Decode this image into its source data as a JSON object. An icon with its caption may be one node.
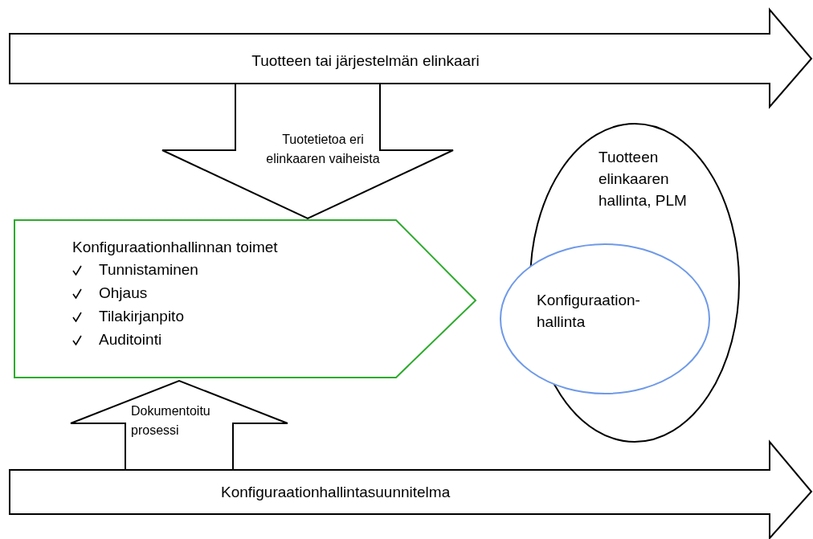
{
  "diagram": {
    "nodes": [
      {
        "text": [
          "Tuotteen tai järjestelmän elinkaari"
        ]
      },
      {
        "text": [
          "Konfiguraationhallinnan toimet",
          "Tunnistaminen",
          "Ohjaus",
          "Tilakirjanpito",
          "Auditointi"
        ]
      },
      {
        "text": [
          "Tuotteen elinkaaren hallinta, PLM"
        ]
      },
      {
        "text": [
          "Konfiguraation- hallinta"
        ]
      },
      {
        "text": [
          "Konfiguraationhallintasuunnitelma"
        ]
      }
    ],
    "edges": [
      {
        "from": 0,
        "to": 1,
        "arrow": "to",
        "label": "Tuotetietoa eri elinkaaren vaiheista",
        "style": "thick"
      },
      {
        "from": 4,
        "to": 1,
        "arrow": "to",
        "label": "Dokumentoitu prosessi",
        "style": "thick"
      }
    ]
  }
}
